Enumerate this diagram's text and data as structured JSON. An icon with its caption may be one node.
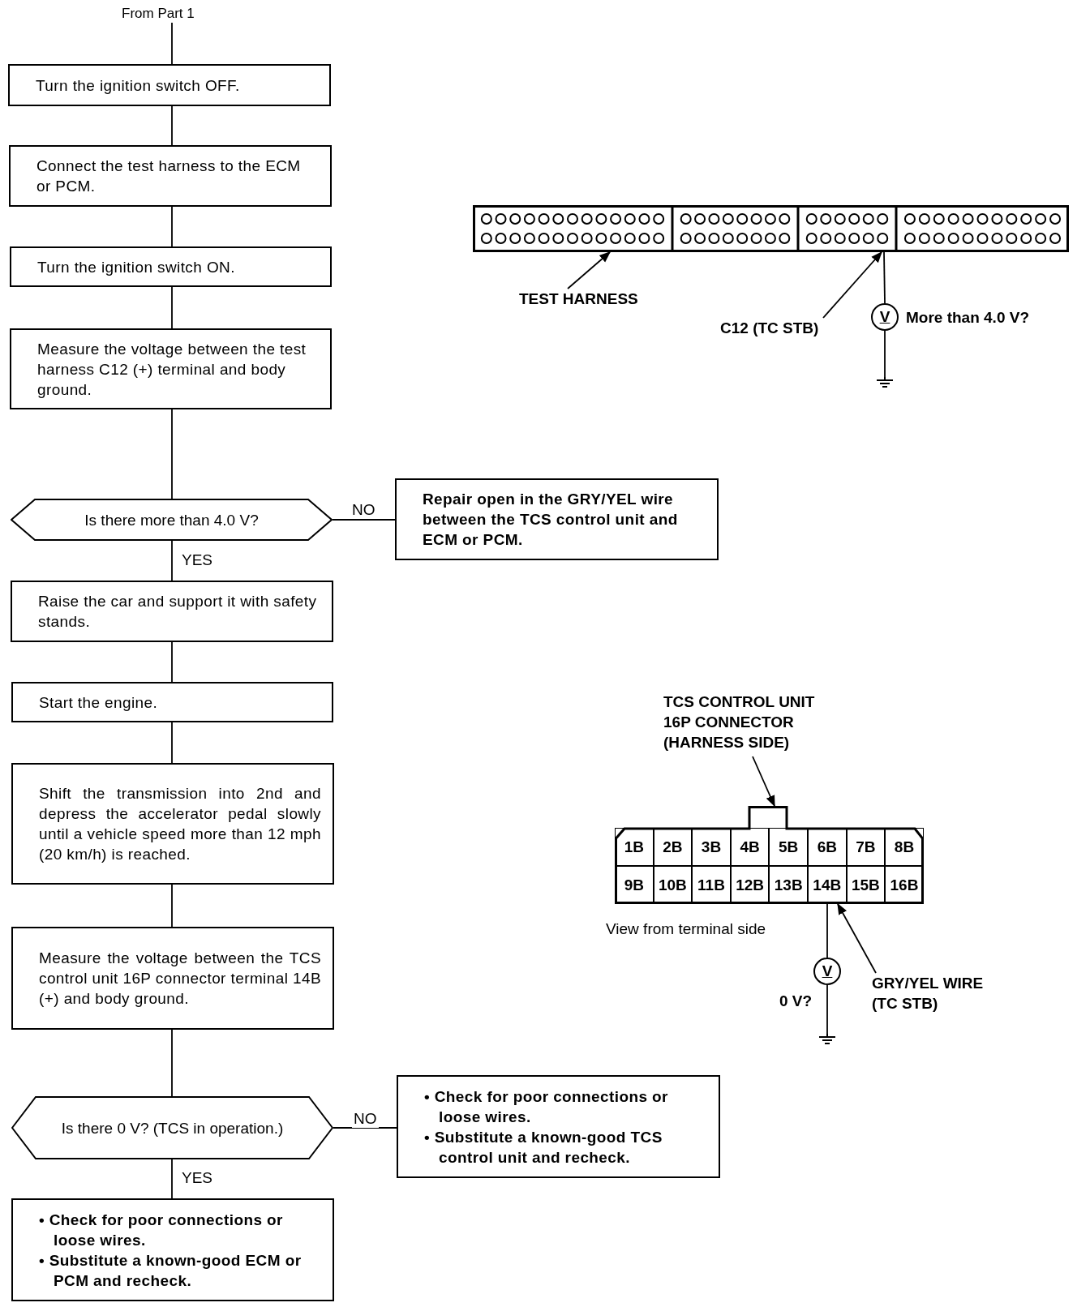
{
  "diagram": {
    "nodes": [
      {
        "text": [
          "From Part 1"
        ]
      },
      {
        "text": [
          "Turn the ignition switch OFF."
        ]
      },
      {
        "text": [
          "Connect the test harness to the ECM or PCM."
        ]
      },
      {
        "text": [
          "Turn the ignition switch ON."
        ]
      },
      {
        "text": [
          "Measure the voltage between the test harness C12 (+) terminal and body ground."
        ]
      },
      {
        "text": [
          "Is there more than 4.0 V?"
        ]
      },
      {
        "text": [
          "Repair open in the GRY/YEL wire between the TCS control unit and ECM or PCM."
        ]
      },
      {
        "text": [
          "Raise the car and support it with safety stands."
        ]
      },
      {
        "text": [
          "Start the engine."
        ]
      },
      {
        "text": [
          "Shift the transmission into 2nd and depress the accelerator pedal slowly until a vehicle speed more than 12 mph (20 km/h) is reached."
        ]
      },
      {
        "text": [
          "Measure the voltage between the TCS control unit 16P connector terminal 14B (+) and body ground."
        ]
      },
      {
        "text": [
          "Is there 0 V? (TCS in operation.)"
        ]
      },
      {
        "text": [
          "• Check for poor connections or loose wires.",
          "• Substitute a known-good TCS control unit and recheck."
        ]
      },
      {
        "text": [
          "• Check for poor connections or loose wires.",
          "• Substitute a known-good ECM or PCM and recheck."
        ]
      },
      {
        "text": [
          "TEST HARNESS"
        ]
      },
      {
        "text": [
          "C12 (TC STB)"
        ]
      },
      {
        "text": [],
        "shape": "box"
      },
      {
        "text": [
          "V"
        ],
        "beside": [
          "More than 4.0 V?"
        ]
      },
      {
        "text": [],
        "shape": "ground"
      },
      {
        "text": [
          "TCS CONTROL UNIT 16P CONNECTOR (HARNESS SIDE)"
        ]
      },
      {
        "text": [],
        "shape": "box",
        "beside": [
          "View from terminal side"
        ]
      },
      {
        "text": [
          "1B"
        ],
        "in": 20
      },
      {
        "text": [
          "2B"
        ],
        "in": 20
      },
      {
        "text": [
          "3B"
        ],
        "in": 20
      },
      {
        "text": [
          "4B"
        ],
        "in": 20
      },
      {
        "text": [
          "5B"
        ],
        "in": 20
      },
      {
        "text": [
          "6B"
        ],
        "in": 20
      },
      {
        "text": [
          "7B"
        ],
        "in": 20
      },
      {
        "text": [
          "8B"
        ],
        "in": 20
      },
      {
        "text": [
          "9B"
        ],
        "in": 20
      },
      {
        "text": [
          "10B"
        ],
        "in": 20
      },
      {
        "text": [
          "11B"
        ],
        "in": 20
      },
      {
        "text": [
          "12B"
        ],
        "in": 20
      },
      {
        "text": [
          "13B"
        ],
        "in": 20
      },
      {
        "text": [
          "14B"
        ],
        "in": 20
      },
      {
        "text": [
          "15B"
        ],
        "in": 20
      },
      {
        "text": [
          "16B"
        ],
        "in": 20
      },
      {
        "text": [
          "V"
        ],
        "beside": [
          "0 V?"
        ]
      },
      {
        "text": [],
        "shape": "ground"
      },
      {
        "text": [
          "GRY/YEL WIRE (TC STB)"
        ]
      }
    ],
    "edges": [
      {
        "from": 0,
        "to": 1,
        "arrow": "none"
      },
      {
        "from": 1,
        "to": 2,
        "arrow": "none"
      },
      {
        "from": 2,
        "to": 3,
        "arrow": "none"
      },
      {
        "from": 3,
        "to": 4,
        "arrow": "none"
      },
      {
        "from": 4,
        "to": 5,
        "arrow": "none"
      },
      {
        "from": 5,
        "to": 6,
        "arrow": "none",
        "label": "NO"
      },
      {
        "from": 5,
        "to": 7,
        "arrow": "none",
        "label": "YES"
      },
      {
        "from": 7,
        "to": 8,
        "arrow": "none"
      },
      {
        "from": 8,
        "to": 9,
        "arrow": "none"
      },
      {
        "from": 9,
        "to": 10,
        "arrow": "none"
      },
      {
        "from": 10,
        "to": 11,
        "arrow": "none"
      },
      {
        "from": 11,
        "to": 12,
        "arrow": "none",
        "label": "NO"
      },
      {
        "from": 11,
        "to": 13,
        "arrow": "none",
        "label": "YES"
      },
      {
        "from": 14,
        "to": 16,
        "arrow": "to"
      },
      {
        "from": 15,
        "to": 16,
        "arrow": "to"
      },
      {
        "from": 16,
        "to": 17,
        "arrow": "none"
      },
      {
        "from": 17,
        "to": 18,
        "arrow": "none"
      },
      {
        "from": 19,
        "to": 20,
        "arrow": "to"
      },
      {
        "from": 39,
        "to": 34,
        "arrow": "to"
      },
      {
        "from": 34,
        "to": 37,
        "arrow": "none"
      },
      {
        "from": 37,
        "to": 38,
        "arrow": "none"
      }
    ]
  }
}
